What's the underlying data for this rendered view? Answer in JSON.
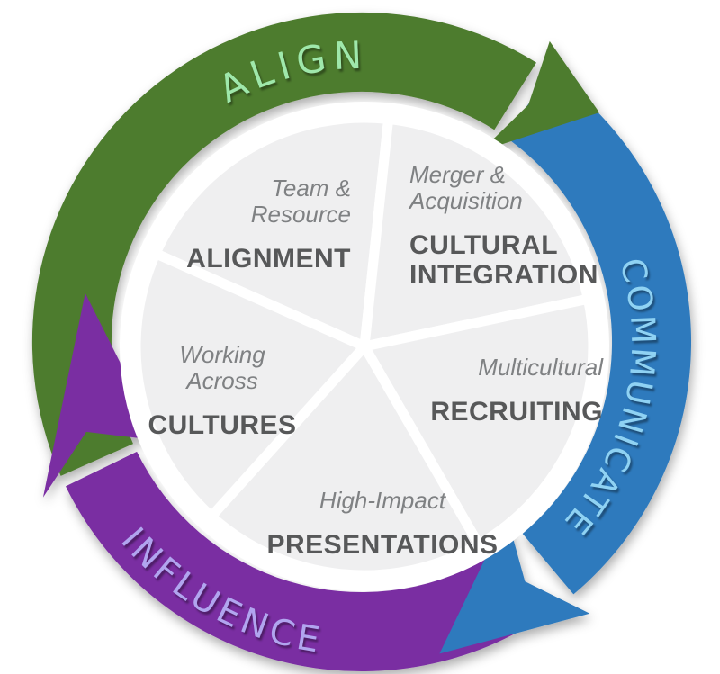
{
  "cycle": {
    "arrows": [
      {
        "id": "align",
        "label": "ALIGN",
        "band_color": "#4e7b2f",
        "label_color": "#9fe8ab"
      },
      {
        "id": "communicate",
        "label": "COMMUNICATE",
        "band_color": "#2e7abd",
        "label_color": "#8fd2f3"
      },
      {
        "id": "influence",
        "label": "INFLUENCE",
        "band_color": "#7a2da2",
        "label_color": "#b1a5ef"
      }
    ],
    "segments": [
      {
        "id": "alignment",
        "subtitle": "Team &\nResource",
        "title": "ALIGNMENT"
      },
      {
        "id": "cultural-integration",
        "subtitle": "Merger &\nAcquisition",
        "title": "CULTURAL\nINTEGRATION"
      },
      {
        "id": "recruiting",
        "subtitle": "Multicultural",
        "title": "RECRUITING"
      },
      {
        "id": "presentations",
        "subtitle": "High-Impact",
        "title": "PRESENTATIONS"
      },
      {
        "id": "cultures",
        "subtitle": "Working\nAcross",
        "title": "CULTURES"
      }
    ],
    "colors": {
      "wedge_fill": "#efeff0",
      "divider": "#ffffff",
      "subtitle_text": "#7f8183",
      "title_text": "#575859",
      "background": "#ffffff"
    }
  }
}
